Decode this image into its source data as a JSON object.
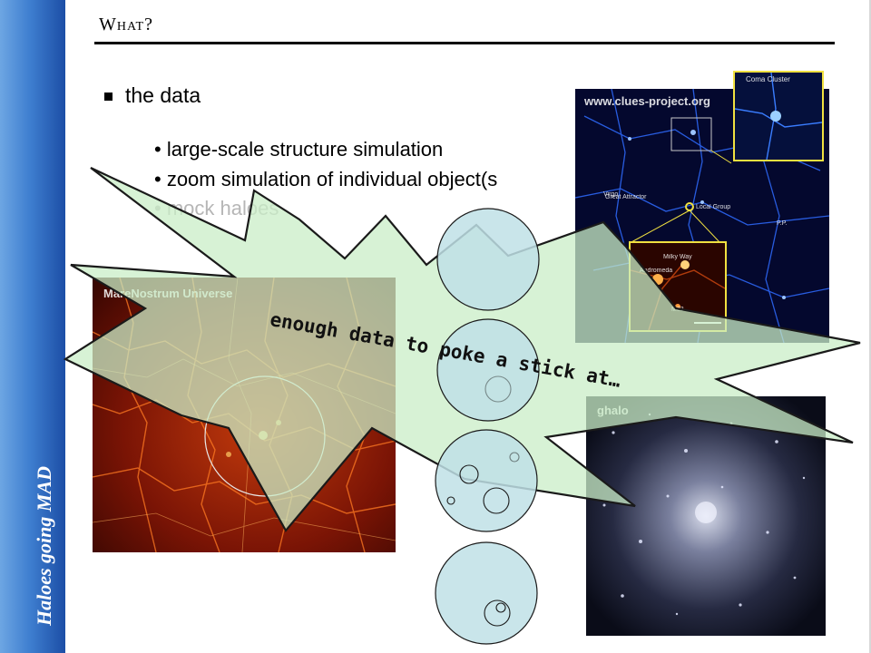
{
  "sidebar": {
    "label": "Haloes going MAD"
  },
  "slide": {
    "title": "What?",
    "bullet": "the data",
    "sub_items": [
      "• large-scale structure simulation",
      "• zoom simulation of individual object(s",
      "• mock haloes"
    ]
  },
  "images": {
    "marenostrum": "MareNostrum Universe",
    "clues": "www.clues-project.org",
    "clues_labels": [
      "Coma Cluster",
      "Virgo",
      "Great Attractor",
      "Local Group",
      "P.P.",
      "Milky Way",
      "Andromeda",
      "M33"
    ],
    "ghalo": "ghalo"
  },
  "callout": {
    "text": "enough data to poke a stick at…"
  }
}
